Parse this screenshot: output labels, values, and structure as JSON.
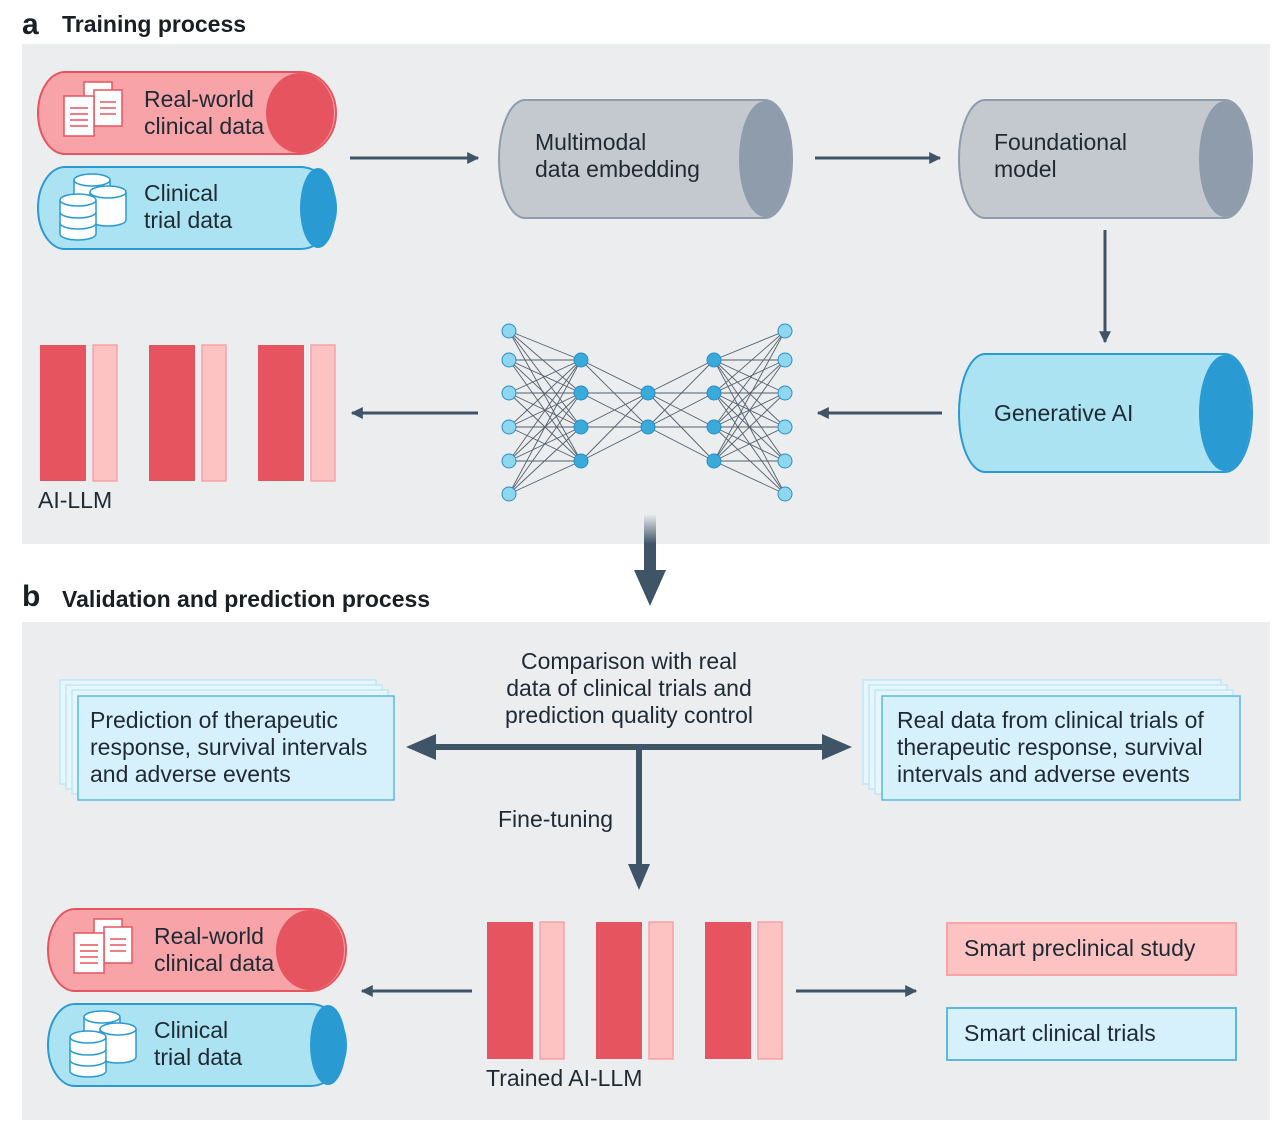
{
  "panel_a": {
    "letter": "a",
    "title": "Training process",
    "inputs": [
      {
        "line1": "Real-world",
        "line2": "clinical data",
        "icon": "documents-icon"
      },
      {
        "line1": "Clinical",
        "line2": "trial data",
        "icon": "database-icon"
      }
    ],
    "embedding": {
      "line1": "Multimodal",
      "line2": "data embedding"
    },
    "foundational": {
      "line1": "Foundational",
      "line2": "model"
    },
    "generative": {
      "label": "Generative AI"
    },
    "llm_label": "AI-LLM"
  },
  "panel_b": {
    "letter": "b",
    "title": "Validation and prediction process",
    "comparison": [
      "Comparison with real",
      "data of clinical trials and",
      "prediction quality control"
    ],
    "prediction_box": [
      "Prediction of therapeutic",
      "response, survival intervals",
      "and adverse events"
    ],
    "real_data_box": [
      "Real data from clinical trials of",
      "therapeutic response, survival",
      "intervals and adverse events"
    ],
    "fine_tuning": "Fine-tuning",
    "inputs": [
      {
        "line1": "Real-world",
        "line2": "clinical data",
        "icon": "documents-icon"
      },
      {
        "line1": "Clinical",
        "line2": "trial data",
        "icon": "database-icon"
      }
    ],
    "trained_label": "Trained AI-LLM",
    "outputs": [
      "Smart preclinical study",
      "Smart clinical trials"
    ]
  },
  "colors": {
    "panel_bg": "#ecedef",
    "red": "#e6555f",
    "red_light": "#f7a3a8",
    "pink_pale": "#fdc2c2",
    "blue_fill": "#abe3f3",
    "blue_dark": "#2a9ad2",
    "gray_fill": "#c4c9d0",
    "gray_cap": "#8f9cab",
    "arrow": "#3f5467",
    "node": "#8fd6ef",
    "node_mid": "#3aaadb"
  }
}
